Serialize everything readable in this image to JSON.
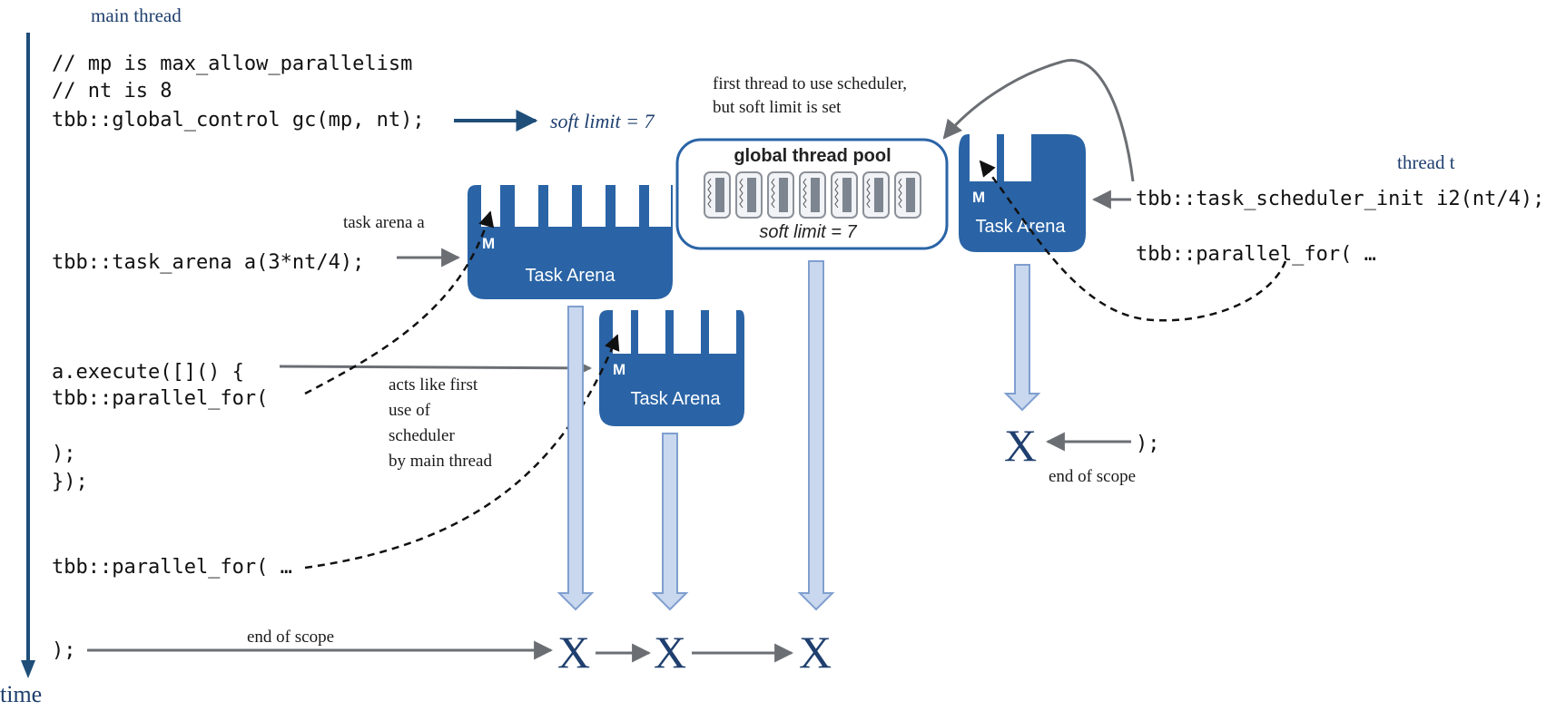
{
  "labels": {
    "main_thread": "main thread",
    "time": "time",
    "thread_t": "thread t",
    "soft_limit_note": "soft limit = 7",
    "first_thread_line1": "first thread to  use scheduler,",
    "first_thread_line2": "but soft limit is set",
    "task_arena_a": "task arena a",
    "acts_line1": "acts like first",
    "acts_line2": "use of",
    "acts_line3": "scheduler",
    "acts_line4": "by main thread",
    "end_of_scope_main": "end of scope",
    "end_of_scope_t": "end of scope"
  },
  "code_main": {
    "line1": "// mp is max_allow_parallelism",
    "line2": "// nt is 8",
    "line3": "tbb::global_control gc(mp, nt);",
    "line4": "tbb::task_arena a(3*nt/4);",
    "line5": "a.execute([]() {",
    "line6": " tbb::parallel_for(",
    "line7": " );",
    "line8": "});",
    "line9": "tbb::parallel_for( …",
    "line10": ");"
  },
  "code_thread_t": {
    "line1": "tbb::task_scheduler_init i2(nt/4);",
    "line2": "tbb::parallel_for( …",
    "line3": ");"
  },
  "pool": {
    "title": "global thread pool",
    "soft_limit": "soft limit = 7"
  },
  "arenas": {
    "a_label": "Task Arena",
    "a_m": "M",
    "implicit_label": "Task Arena",
    "implicit_m": "M",
    "t_label": "Task Arena",
    "t_m": "M"
  },
  "end_marks": {
    "x1": "X",
    "x2": "X",
    "x3": "X",
    "x4": "X"
  },
  "colors": {
    "arena_blue": "#2a64a6",
    "timeline_navy": "#1f4e79",
    "light_arrow_fill": "#c9d8ee",
    "light_arrow_stroke": "#7f9fcf",
    "gray_arrow": "#6b6f74",
    "x_color": "#1f3f6e"
  }
}
